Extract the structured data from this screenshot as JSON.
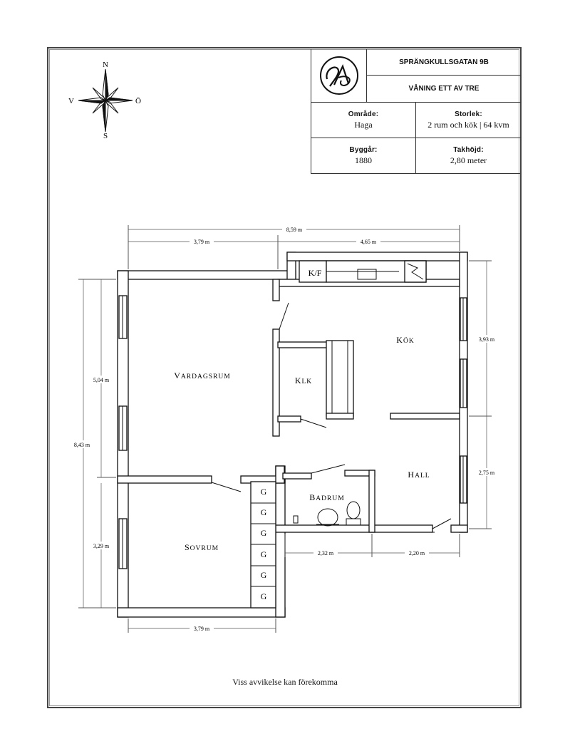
{
  "title_block": {
    "address": "SPRÄNGKULLSGATAN 9B",
    "floor": "VÅNING ETT AV TRE",
    "area_label": "Område:",
    "area_value": "Haga",
    "size_label": "Storlek:",
    "size_value": "2 rum och kök | 64 kvm",
    "built_label": "Byggår:",
    "built_value": "1880",
    "ceiling_label": "Takhöjd:",
    "ceiling_value": "2,80 meter"
  },
  "compass": {
    "north": "N",
    "south": "S",
    "west": "V",
    "east": "Ö"
  },
  "rooms": {
    "vardagsrum": "Vardagsrum",
    "kok": "Kök",
    "klk": "Klk",
    "hall": "Hall",
    "badrum": "Badrum",
    "sovrum": "Sovrum",
    "kf": "K/F",
    "garderob": [
      "G",
      "G",
      "G",
      "G",
      "G",
      "G"
    ]
  },
  "dimensions": {
    "total_width": "8,59 m",
    "left_width": "3,79 m",
    "right_width": "4,65 m",
    "total_height": "8,43 m",
    "upper_left_height": "5,04 m",
    "lower_left_height": "3,29 m",
    "upper_right_height": "3,93 m",
    "lower_right_height": "2,75 m",
    "bottom_width": "3,79 m",
    "badrum_width": "2,32 m",
    "hall_width": "2,20 m"
  },
  "footer_note": "Viss avvikelse kan förekomma"
}
